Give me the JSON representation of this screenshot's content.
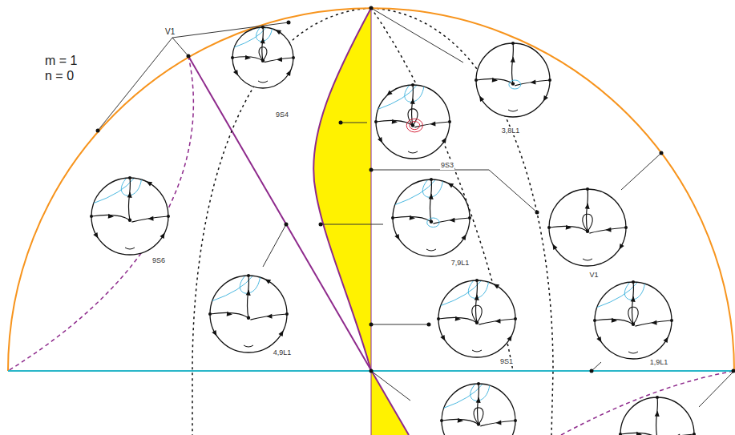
{
  "diagram": {
    "nodes": [
      {
        "text": [
          "9S4"
        ]
      },
      {
        "text": [
          "3,8L1"
        ]
      },
      {
        "text": [
          "9S3"
        ]
      },
      {
        "text": [
          "9S6"
        ]
      },
      {
        "text": [
          "7,9L1"
        ]
      },
      {
        "text": [
          "V1"
        ]
      },
      {
        "text": [
          "4,9L1"
        ]
      },
      {
        "text": [
          "9S1"
        ]
      },
      {
        "text": [
          "1,9L1"
        ]
      }
    ],
    "edges": [],
    "labels": [
      "V1",
      "m = 1",
      "n = 0"
    ]
  }
}
